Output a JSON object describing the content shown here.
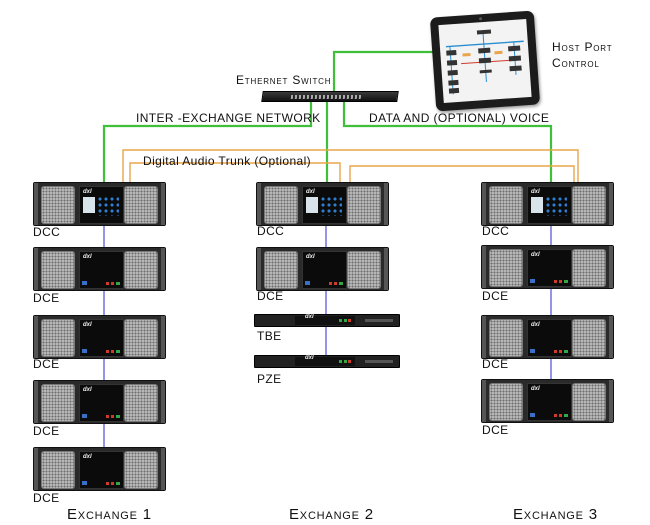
{
  "colors": {
    "network": "#3fbf3a",
    "audio_trunk": "#e9a54a",
    "chain": "#2a2ad0",
    "chassis": "#2a2a2a"
  },
  "top": {
    "switch_label": "Ethernet Switch",
    "host_label_line1": "Host Port",
    "host_label_line2": "Control",
    "inter_exchange_label": "INTER -EXCHANGE NETWORK",
    "data_voice_label": "DATA AND (OPTIONAL) VOICE",
    "audio_trunk_label": "Digital Audio Trunk (Optional)"
  },
  "exchanges": [
    {
      "title": "Exchange 1",
      "units": [
        "DCC",
        "DCE",
        "DCE",
        "DCE",
        "DCE"
      ]
    },
    {
      "title": "Exchange 2",
      "units": [
        "DCC",
        "DCE",
        "TBE",
        "PZE"
      ]
    },
    {
      "title": "Exchange 3",
      "units": [
        "DCC",
        "DCE",
        "DCE",
        "DCE"
      ]
    }
  ],
  "device_logo": "dxl"
}
